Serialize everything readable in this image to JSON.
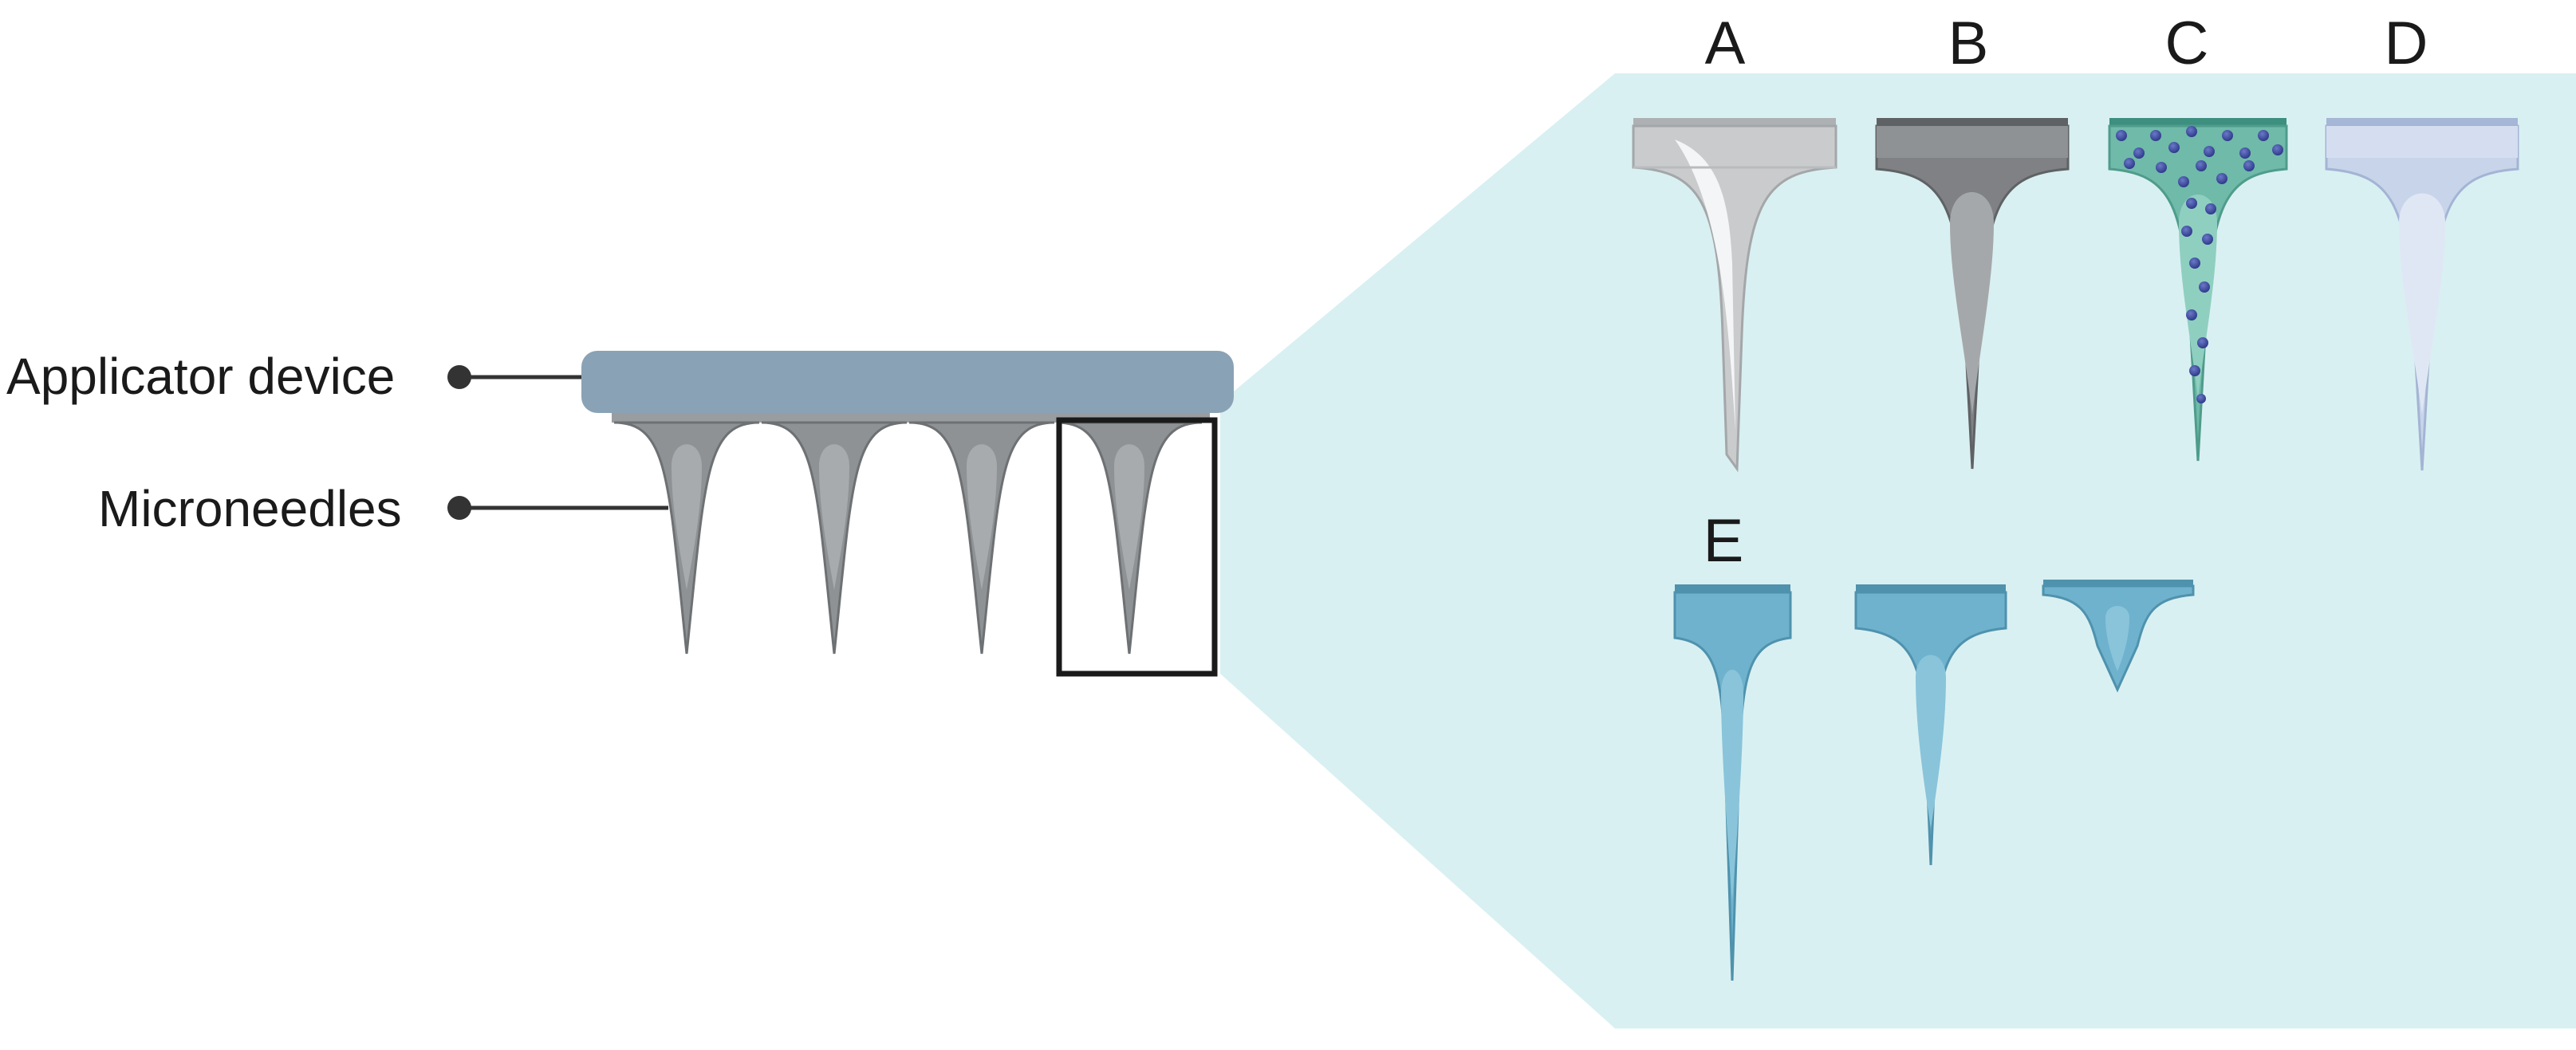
{
  "labels": {
    "applicator": "Applicator device",
    "microneedles": "Microneedles"
  },
  "types": [
    "A",
    "B",
    "C",
    "D",
    "E"
  ],
  "colors": {
    "background": "#ffffff",
    "zoom_panel": "#d9f0f2",
    "applicator": "#8aa2b5",
    "needle_gray": "#8f9294",
    "solid_metal": "#c9cbcd",
    "coated": "#7f8184",
    "loaded_fill": "#6fbaa9",
    "drug_particles": "#2f3d8f",
    "hollow": "#c8d4ea",
    "dissolving": "#6fb2cd",
    "leader_line": "#333333",
    "highlight_box": "#1a1a1a"
  }
}
